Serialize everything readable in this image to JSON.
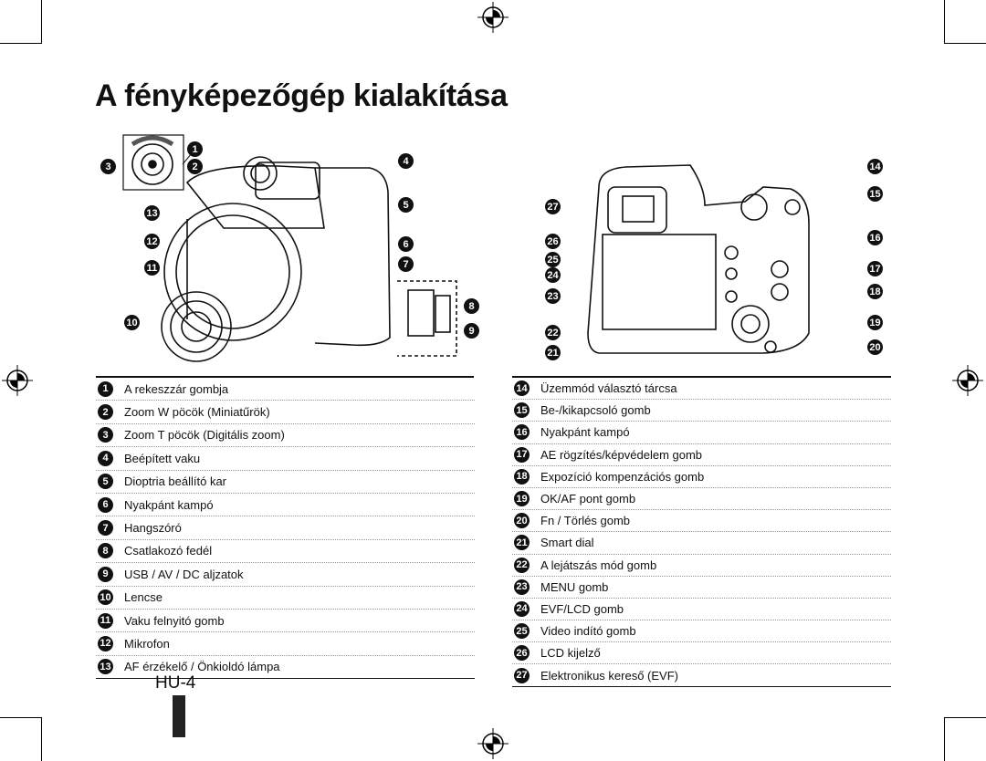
{
  "title": "A fényképezőgép kialakítása",
  "page_number": "HU-4",
  "left_callouts": [
    "1",
    "2",
    "3",
    "4",
    "5",
    "6",
    "7",
    "8",
    "9",
    "10",
    "11",
    "12",
    "13"
  ],
  "right_callouts": [
    "14",
    "15",
    "16",
    "17",
    "18",
    "19",
    "20",
    "21",
    "22",
    "23",
    "24",
    "25",
    "26",
    "27"
  ],
  "left_list": [
    {
      "n": "1",
      "label": "A rekeszzár gombja"
    },
    {
      "n": "2",
      "label": "Zoom W pöcök (Miniatűrök)"
    },
    {
      "n": "3",
      "label": "Zoom T pöcök (Digitális zoom)"
    },
    {
      "n": "4",
      "label": "Beépített vaku"
    },
    {
      "n": "5",
      "label": "Dioptria beállító kar"
    },
    {
      "n": "6",
      "label": "Nyakpánt kampó"
    },
    {
      "n": "7",
      "label": "Hangszóró"
    },
    {
      "n": "8",
      "label": "Csatlakozó fedél"
    },
    {
      "n": "9",
      "label": "USB / AV / DC aljzatok"
    },
    {
      "n": "10",
      "label": "Lencse"
    },
    {
      "n": "11",
      "label": "Vaku felnyitó gomb"
    },
    {
      "n": "12",
      "label": "Mikrofon"
    },
    {
      "n": "13",
      "label": "AF érzékelő / Önkioldó lámpa"
    }
  ],
  "right_list": [
    {
      "n": "14",
      "label": "Üzemmód választó tárcsa"
    },
    {
      "n": "15",
      "label": "Be-/kikapcsoló gomb"
    },
    {
      "n": "16",
      "label": "Nyakpánt kampó"
    },
    {
      "n": "17",
      "label": "AE rögzítés/képvédelem gomb"
    },
    {
      "n": "18",
      "label": "Expozíció kompenzációs gomb"
    },
    {
      "n": "19",
      "label": "OK/AF pont gomb"
    },
    {
      "n": "20",
      "label": "Fn / Törlés gomb"
    },
    {
      "n": "21",
      "label": "Smart dial"
    },
    {
      "n": "22",
      "label": "A lejátszás mód gomb"
    },
    {
      "n": "23",
      "label": "MENU gomb"
    },
    {
      "n": "24",
      "label": "EVF/LCD gomb"
    },
    {
      "n": "25",
      "label": "Video indító gomb"
    },
    {
      "n": "26",
      "label": "LCD kijelző"
    },
    {
      "n": "27",
      "label": "Elektronikus kereső (EVF)"
    }
  ]
}
